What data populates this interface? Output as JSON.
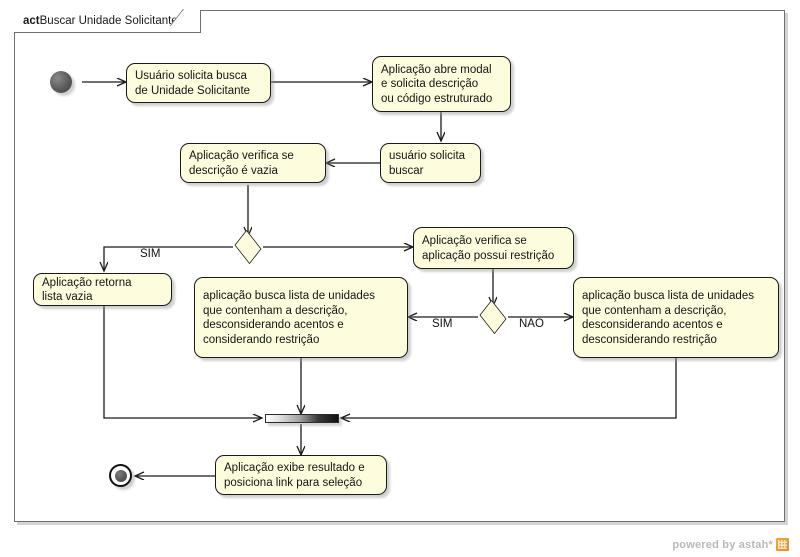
{
  "diagram": {
    "kind_keyword": "act",
    "title": "Buscar Unidade Solicitante",
    "type": "uml-activity-diagram"
  },
  "nodes": {
    "initial": {
      "name": "initial-node",
      "label": ""
    },
    "a1": {
      "lines": [
        "Usuário solicita busca",
        "de Unidade Solicitante"
      ]
    },
    "a2": {
      "lines": [
        "Aplicação abre modal",
        "e solicita descrição",
        "ou código estruturado"
      ]
    },
    "a3": {
      "lines": [
        "usuário solicita",
        "buscar"
      ]
    },
    "a4": {
      "lines": [
        "Aplicação verifica se",
        "descrição é vazia"
      ]
    },
    "a5": {
      "lines": [
        "Aplicação verifica se",
        "aplicação possui restrição"
      ]
    },
    "a6": {
      "lines": [
        "Aplicação retorna",
        "lista vazia"
      ]
    },
    "a7": {
      "lines": [
        "aplicação busca lista de unidades",
        "que contenham a descrição,",
        "desconsiderando acentos e",
        "considerando restrição"
      ]
    },
    "a8": {
      "lines": [
        "aplicação busca lista de unidades",
        "que contenham a descrição,",
        "desconsiderando acentos e",
        "desconsiderando restrição"
      ]
    },
    "a9": {
      "lines": [
        "Aplicação exibe resultado e",
        "posiciona link para seleção"
      ]
    },
    "final": {
      "name": "final-node",
      "label": ""
    }
  },
  "edge_labels": {
    "d1_sim": "SIM",
    "d2_sim": "SIM",
    "d2_nao": "NAO"
  },
  "colors": {
    "node_fill": "#fdfddd",
    "node_border": "#1a1a1a",
    "frame_border": "#6e6e73",
    "canvas": "#ffffff",
    "watermark_text": "#b9b9b9",
    "watermark_logo": "#e98c1e"
  },
  "watermark": {
    "text": "powered by astah*"
  }
}
